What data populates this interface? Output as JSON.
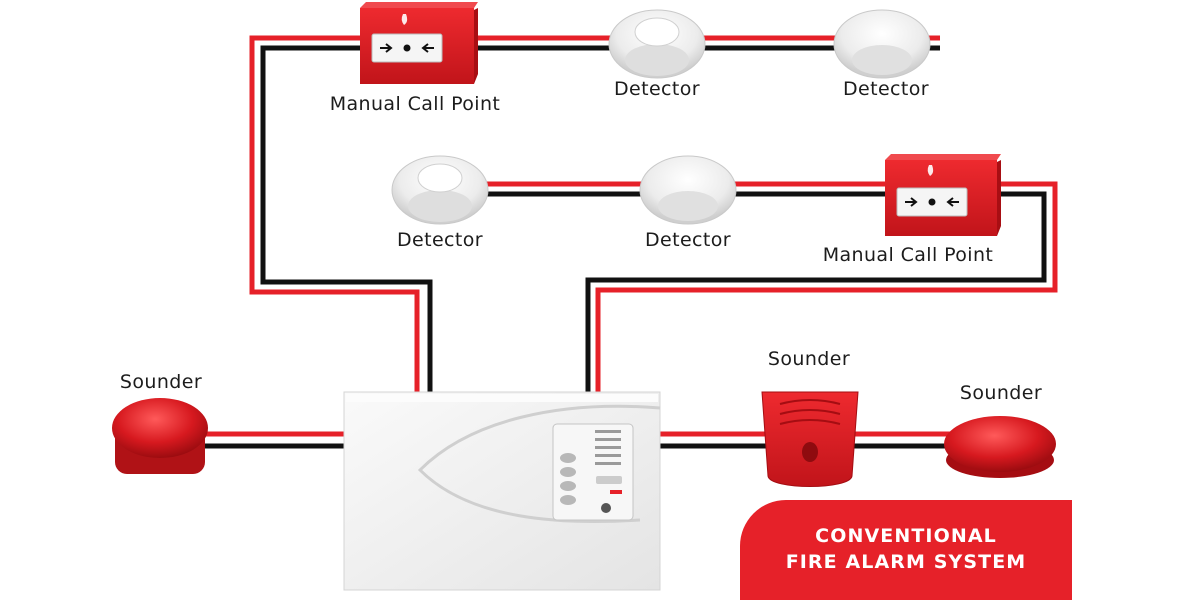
{
  "diagram": {
    "devices": {
      "mcp_top": {
        "label": "Manual Call Point"
      },
      "detector_top_1": {
        "label": "Detector"
      },
      "detector_top_2": {
        "label": "Detector"
      },
      "detector_mid_1": {
        "label": "Detector"
      },
      "detector_mid_2": {
        "label": "Detector"
      },
      "mcp_mid": {
        "label": "Manual Call Point"
      },
      "sounder_left": {
        "label": "Sounder"
      },
      "sounder_mid": {
        "label": "Sounder"
      },
      "sounder_right": {
        "label": "Sounder"
      }
    },
    "title_line1": "CONVENTIONAL",
    "title_line2": "FIRE ALARM SYSTEM"
  },
  "colors": {
    "wire_red": "#e62129",
    "wire_black": "#111111",
    "device_red": "#d7191f",
    "detector_white": "#eeeeee",
    "panel_white": "#f2f2f2"
  }
}
